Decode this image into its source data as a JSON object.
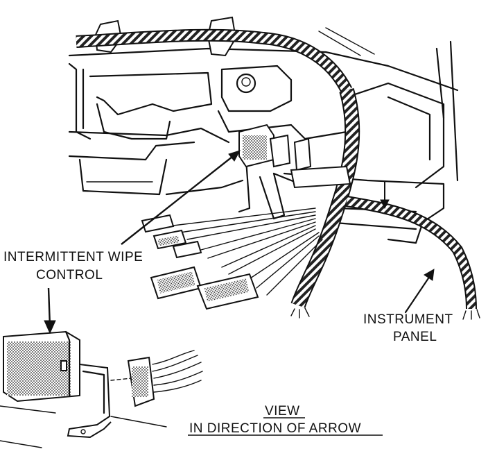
{
  "labels": {
    "intermittent_line1": "INTERMITTENT WIPE",
    "intermittent_line2": "CONTROL",
    "instrument_line1": "INSTRUMENT",
    "instrument_line2": "PANEL",
    "view_line1": "VIEW",
    "view_line2": "IN DIRECTION OF ARROW"
  }
}
